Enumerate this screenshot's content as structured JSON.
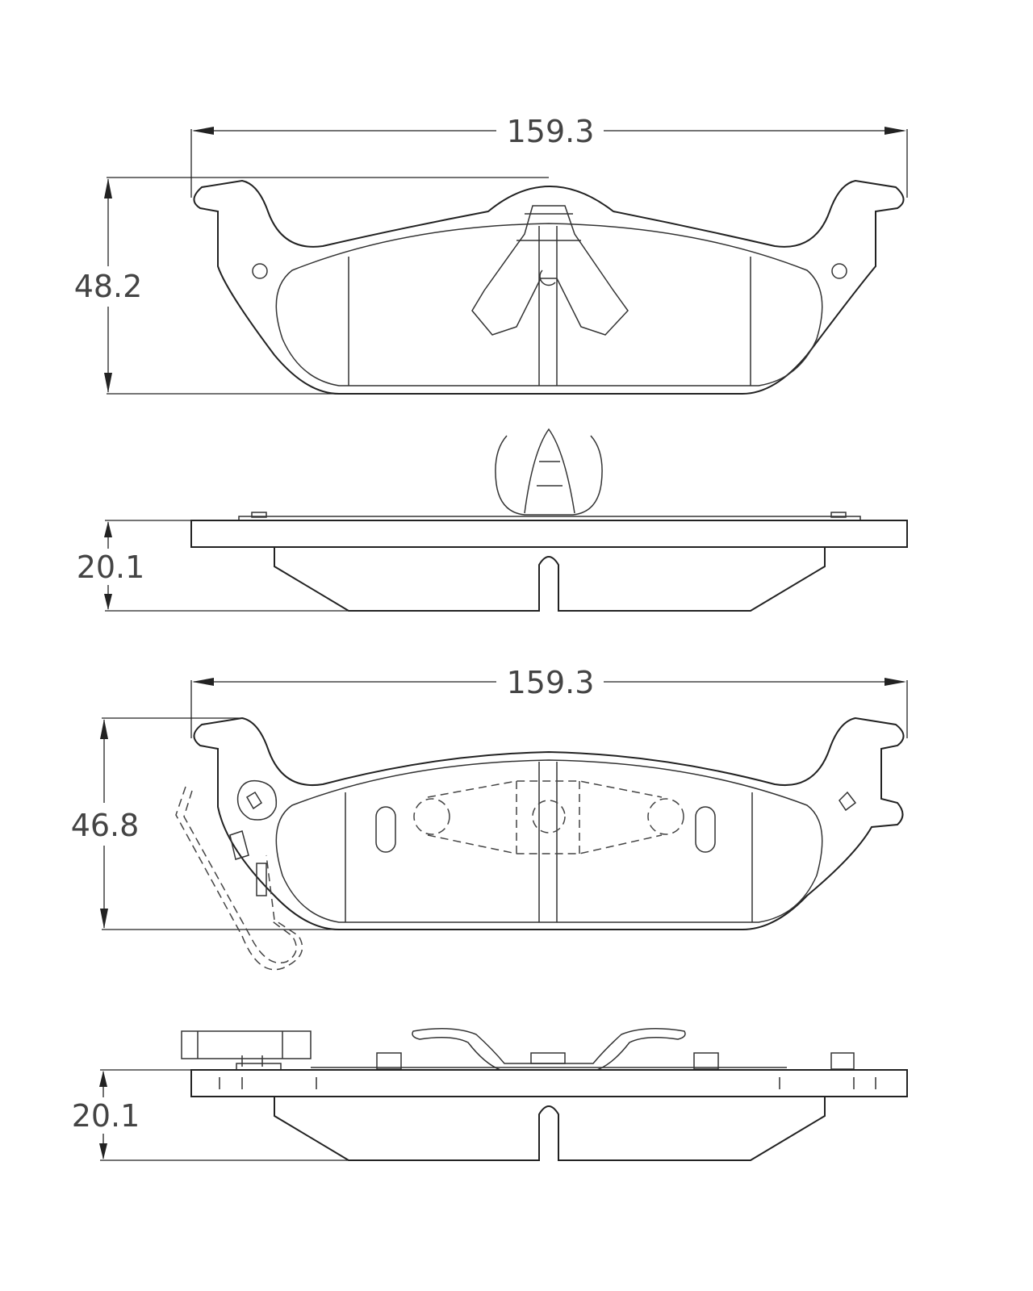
{
  "drawing": {
    "views": [
      {
        "name": "pad-1-front",
        "width_label": "159.3",
        "height_label": "48.2"
      },
      {
        "name": "pad-1-side",
        "thickness_label": "20.1"
      },
      {
        "name": "pad-2-front",
        "width_label": "159.3",
        "height_label": "46.8"
      },
      {
        "name": "pad-2-side",
        "thickness_label": "20.1"
      }
    ]
  }
}
